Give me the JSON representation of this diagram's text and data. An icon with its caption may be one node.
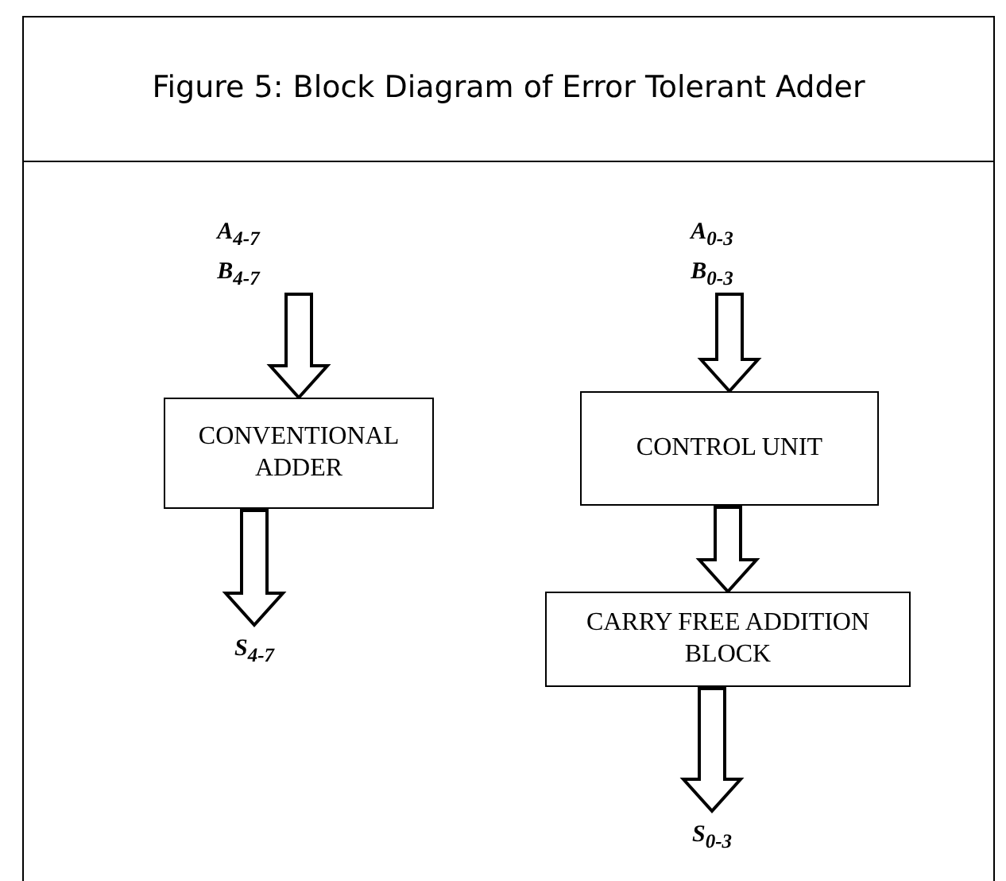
{
  "diagram": {
    "title": "Figure 5: Block Diagram of Error Tolerant Adder",
    "nodes": [
      {
        "text": [
          "A$_{4-7}$",
          "B$_{4-7}$"
        ]
      },
      {
        "text": [
          "CONVENTIONAL ADDER"
        ]
      },
      {
        "text": [
          "S$_{4-7}$"
        ]
      },
      {
        "text": [
          "A$_{0-3}$",
          "B$_{0-3}$"
        ]
      },
      {
        "text": [
          "CONTROL UNIT"
        ]
      },
      {
        "text": [
          "CARRY FREE ADDITION BLOCK"
        ]
      },
      {
        "text": [
          "S$_{0-3}$"
        ]
      }
    ],
    "edges": [
      {
        "from": 0,
        "to": 1,
        "arrow": "to"
      },
      {
        "from": 1,
        "to": 2,
        "arrow": "to"
      },
      {
        "from": 3,
        "to": 4,
        "arrow": "to"
      },
      {
        "from": 4,
        "to": 5,
        "arrow": "to"
      },
      {
        "from": 5,
        "to": 6,
        "arrow": "to"
      }
    ]
  }
}
